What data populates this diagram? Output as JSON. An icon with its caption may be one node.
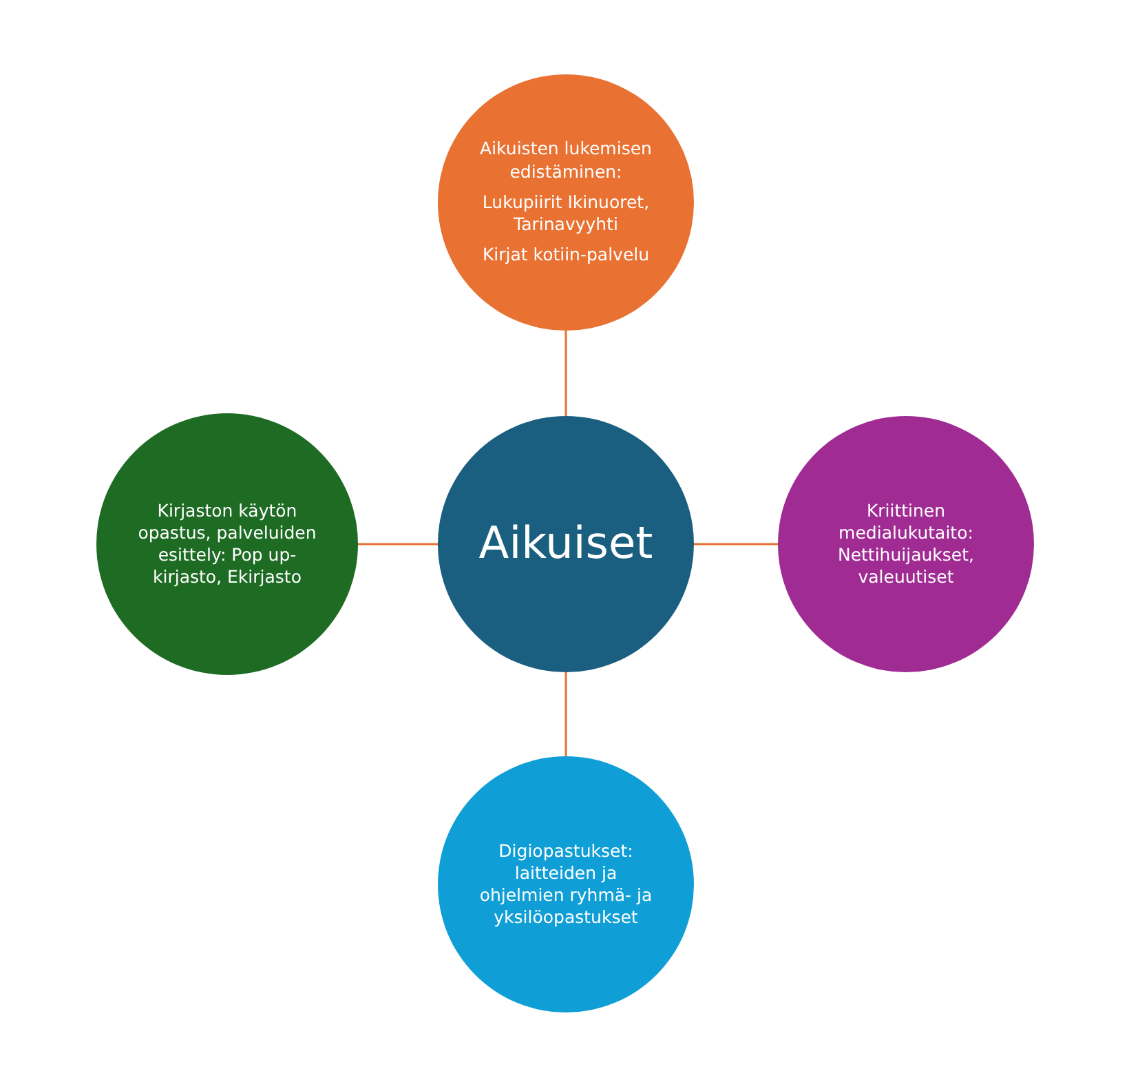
{
  "diagram": {
    "nodes": [
      {
        "text": [
          "Aikuisten lukemisen edistäminen:",
          "Lukupiirit Ikinuoret, Tarinavyyhti",
          "Kirjat kotiin-palvelu"
        ]
      },
      {
        "text": [
          "Kirjaston käytön opastus, palveluiden esittely: Pop up-kirjasto, Ekirjasto"
        ]
      },
      {
        "text": [
          "Aikuiset"
        ]
      },
      {
        "text": [
          "Kriittinen medialukutaito: Nettihuijaukset, valeuutiset"
        ]
      },
      {
        "text": [
          "Digiopastukset: laitteiden ja ohjelmien ryhmä- ja yksilöopastukset"
        ]
      }
    ],
    "edges": [
      {
        "from": 2,
        "to": 0,
        "arrow": "none"
      },
      {
        "from": 2,
        "to": 1,
        "arrow": "none"
      },
      {
        "from": 2,
        "to": 3,
        "arrow": "none"
      },
      {
        "from": 2,
        "to": 4,
        "arrow": "none"
      }
    ]
  }
}
